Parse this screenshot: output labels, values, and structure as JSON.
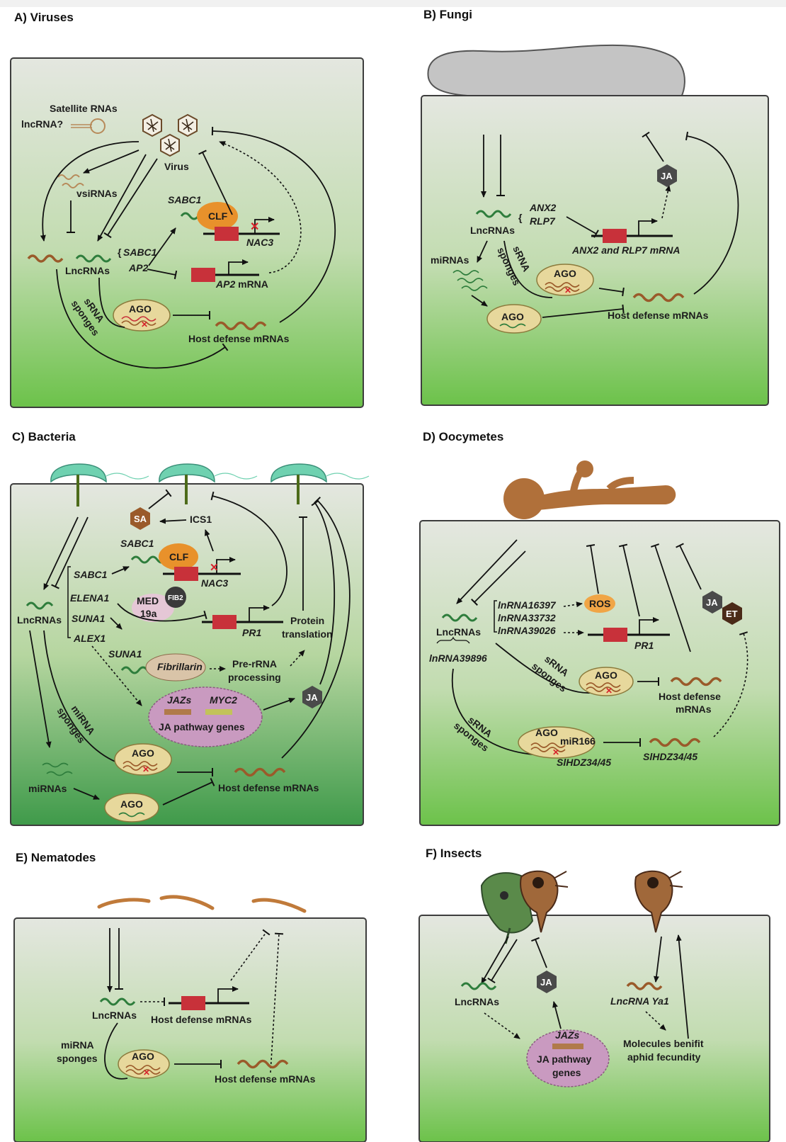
{
  "panels": {
    "a": {
      "title": "A) Viruses",
      "satellite": "Satellite RNAs",
      "lncq": "lncRNA?",
      "virus": "Virus",
      "vsirnas": "vsiRNAs",
      "lncrnas": "LncRNAs",
      "sabc1_top": "SABC1",
      "clf": "CLF",
      "nac3": "NAC3",
      "sabc1": "SABC1",
      "ap2": "AP2",
      "ap2mrna_a": "AP2",
      "ap2mrna_b": " mRNA",
      "ago": "AGO",
      "srna": "sRNA",
      "sponges": "sponges",
      "hostdef": "Host defense mRNAs"
    },
    "b": {
      "title": "B) Fungi",
      "ja": "JA",
      "anx2": "ANX2",
      "rlp7": "RLP7",
      "lncrnas": "LncRNAs",
      "mrna": "ANX2 and RLP7 mRNA",
      "mirnas": "miRNAs",
      "srna": "sRNA",
      "sponges": "sponges",
      "ago1": "AGO",
      "ago2": "AGO",
      "hostdef": "Host defense mRNAs"
    },
    "c": {
      "title": "C) Bacteria",
      "sa": "SA",
      "ics1": "ICS1",
      "sabc1_top": "SABC1",
      "clf": "CLF",
      "nac3": "NAC3",
      "sabc1": "SABC1",
      "elena1": "ELENA1",
      "suna1": "SUNA1",
      "alex1": "ALEX1",
      "lncrnas": "LncRNAs",
      "med_a": "MED",
      "med_b": "19a",
      "fib2": "FIB2",
      "pr1": "PR1",
      "protein_a": "Protein",
      "protein_b": "translation",
      "suna1_b": "SUNA1",
      "fibrillarin": "Fibrillarin",
      "prerrna_a": "Pre-rRNA",
      "prerrna_b": "processing",
      "jazs": "JAZs",
      "myc2": "MYC2",
      "japath": "JA pathway genes",
      "ja": "JA",
      "mirna": "miRNA",
      "sponges": "sponges",
      "ago1": "AGO",
      "ago2": "AGO",
      "mirnas": "miRNAs",
      "hostdef": "Host defense mRNAs"
    },
    "d": {
      "title": "D) Oocymetes",
      "lnc1": "lnRNA16397",
      "lnc2": "lnRNA33732",
      "lnc3": "lnRNA39026",
      "lncrnas": "LncRNAs",
      "lnc4": "lnRNA39896",
      "ros": "ROS",
      "pr1": "PR1",
      "ja": "JA",
      "et": "ET",
      "srna": "sRNA",
      "sponges": "sponges",
      "ago1": "AGO",
      "hostdef_a": "Host defense",
      "hostdef_b": "mRNAs",
      "srna2": "sRNA",
      "sponges2": "sponges",
      "ago2": "AGO",
      "mir166": "miR166",
      "slhdz_a": "SlHDZ34/45",
      "slhdz_b": "SlHDZ34/45"
    },
    "e": {
      "title": "E) Nematodes",
      "lncrnas": "LncRNAs",
      "hostdef1": "Host defense mRNAs",
      "mirna": "miRNA",
      "sponges": "sponges",
      "ago": "AGO",
      "hostdef2": "Host defense mRNAs"
    },
    "f": {
      "title": "F) Insects",
      "ja": "JA",
      "lncrnas": "LncRNAs",
      "ya1": "LncRNA Ya1",
      "jazs": "JAZs",
      "japath_a": "JA pathway",
      "japath_b": "genes",
      "mol_a": "Molecules benifit",
      "mol_b": "aphid fecundity"
    }
  },
  "colors": {
    "cell_top": "#e4e7e0",
    "cell_bottom": "#6cc24a",
    "border_green": "#7aa23e",
    "border_brown": "#7b5a3c",
    "lnc_green": "#2e7d3c",
    "mrna_brown": "#9a5a2a",
    "ago_fill": "#e7d89c",
    "red_box": "#c8313a",
    "clf_orange": "#e8912b",
    "hexagon": "#4a4a4a",
    "et_brown": "#4a2a18",
    "ros_orange": "#f0a546",
    "purple": "#c99ac0",
    "pathogen_brown": "#b0703a"
  }
}
